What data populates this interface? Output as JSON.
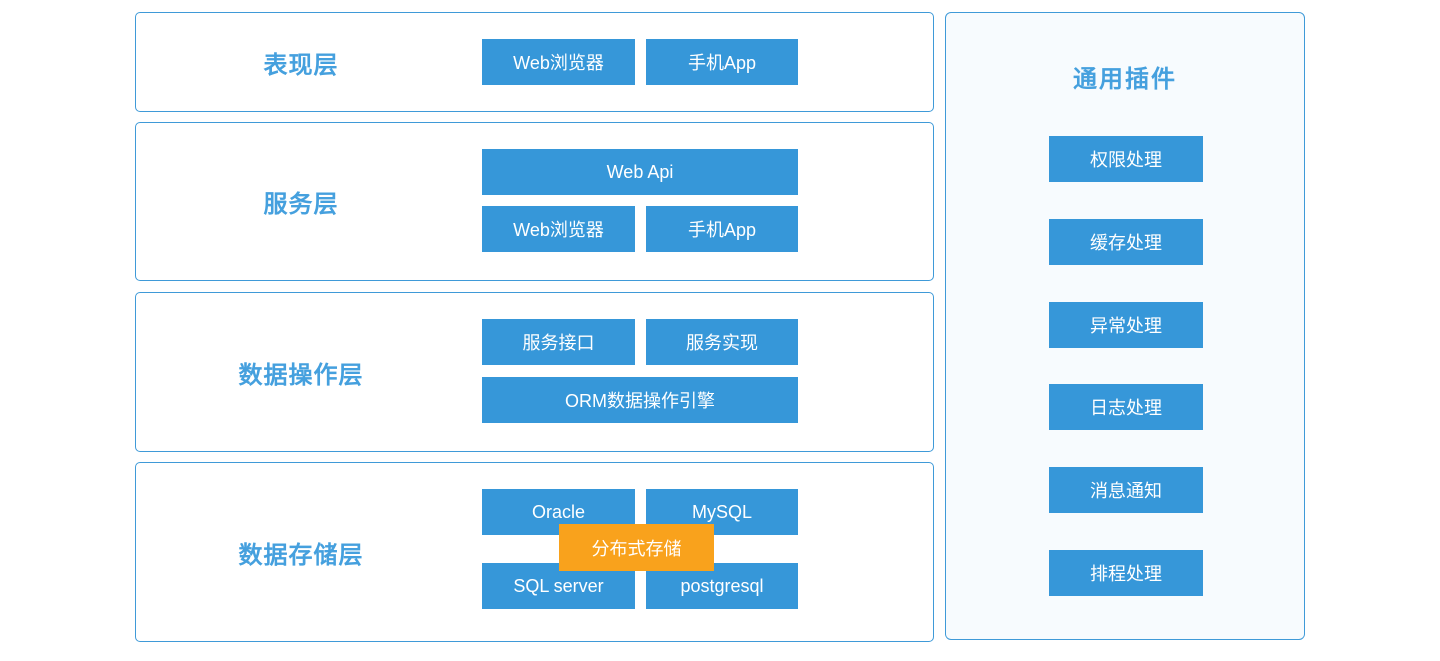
{
  "layers": [
    {
      "title": "表现层",
      "buttons": [
        "Web浏览器",
        "手机App"
      ]
    },
    {
      "title": "服务层",
      "buttons": [
        "Web Api",
        "Web浏览器",
        "手机App"
      ]
    },
    {
      "title": "数据操作层",
      "buttons": [
        "服务接口",
        "服务实现",
        "ORM数据操作引擎"
      ]
    },
    {
      "title": "数据存储层",
      "buttons": [
        "Oracle",
        "MySQL",
        "SQL server",
        "postgresql"
      ],
      "overlay": "分布式存储"
    }
  ],
  "plugins": {
    "title": "通用插件",
    "items": [
      "权限处理",
      "缓存处理",
      "异常处理",
      "日志处理",
      "消息通知",
      "排程处理"
    ]
  },
  "colors": {
    "node_blue": "#3697d9",
    "overlay_orange": "#f9a21c",
    "panel_border_blue": "#3f9ad8",
    "title_blue": "#45a0de",
    "plugins_panel_bg": "#f7fbfe"
  }
}
